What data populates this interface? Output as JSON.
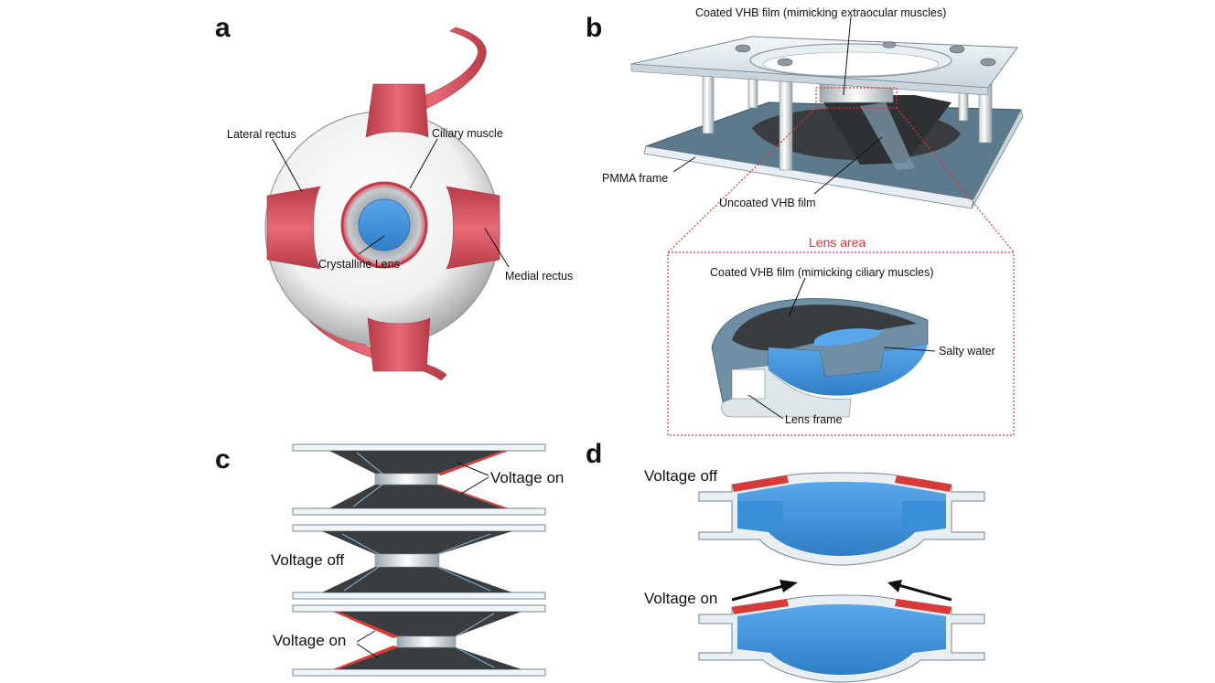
{
  "panels": {
    "a": {
      "letter": "a",
      "labels": {
        "lateral_rectus": "Lateral rectus",
        "ciliary_muscle": "Ciliary muscle",
        "crystalline_lens": "Crystalline Lens",
        "medial_rectus": "Medial rectus"
      }
    },
    "b": {
      "letter": "b",
      "labels": {
        "coated_extraocular": "Coated VHB film (mimicking extraocular muscles)",
        "pmma_frame": "PMMA frame",
        "uncoated": "Uncoated VHB film",
        "lens_area": "Lens area",
        "coated_ciliary": "Coated VHB film (mimicking ciliary muscles)",
        "salty_water": "Salty water",
        "lens_frame": "Lens frame"
      }
    },
    "c": {
      "letter": "c",
      "labels": {
        "voltage_on_top": "Voltage on",
        "voltage_off": "Voltage off",
        "voltage_on_bottom": "Voltage on"
      }
    },
    "d": {
      "letter": "d",
      "labels": {
        "voltage_off": "Voltage off",
        "voltage_on": "Voltage on"
      }
    }
  },
  "colors": {
    "muscle_red": "#d9505e",
    "electrode_red": "#d83a3a",
    "lens_blue": "#3b8fd6",
    "film_dark": "#3a3d40",
    "frame_gray": "#e8eef2",
    "frame_edge": "#6f8696",
    "base_slate": "#5d7a8c",
    "lens_area_red": "#d33"
  }
}
